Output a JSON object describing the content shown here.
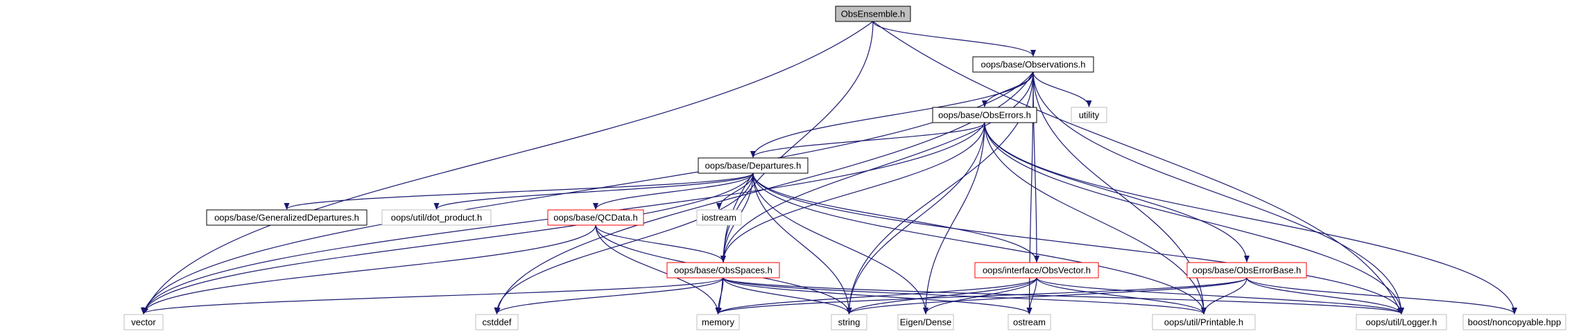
{
  "colors": {
    "edge": "#191970",
    "focus_fill": "#bfbfbf",
    "normal_border": "#000000",
    "missing_border": "#bfbfbf",
    "incomplete_border": "#ff0000",
    "text": "#000000"
  },
  "nodes": [
    {
      "id": "obsensemble",
      "label": "ObsEnsemble.h",
      "style": "focus"
    },
    {
      "id": "observations",
      "label": "oops/base/Observations.h",
      "style": "normal"
    },
    {
      "id": "utility",
      "label": "utility",
      "style": "missing"
    },
    {
      "id": "obserrors",
      "label": "oops/base/ObsErrors.h",
      "style": "normal"
    },
    {
      "id": "departures",
      "label": "oops/base/Departures.h",
      "style": "normal"
    },
    {
      "id": "gendepartures",
      "label": "oops/base/GeneralizedDepartures.h",
      "style": "normal"
    },
    {
      "id": "dotproduct",
      "label": "oops/util/dot_product.h",
      "style": "missing"
    },
    {
      "id": "iostream",
      "label": "iostream",
      "style": "missing"
    },
    {
      "id": "qcdata",
      "label": "oops/base/QCData.h",
      "style": "incomplete"
    },
    {
      "id": "obsspaces",
      "label": "oops/base/ObsSpaces.h",
      "style": "incomplete"
    },
    {
      "id": "obsvector",
      "label": "oops/interface/ObsVector.h",
      "style": "incomplete"
    },
    {
      "id": "obserrorbase",
      "label": "oops/base/ObsErrorBase.h",
      "style": "incomplete"
    },
    {
      "id": "vector",
      "label": "vector",
      "style": "missing"
    },
    {
      "id": "cstddef",
      "label": "cstddef",
      "style": "missing"
    },
    {
      "id": "memory",
      "label": "memory",
      "style": "missing"
    },
    {
      "id": "string",
      "label": "string",
      "style": "missing"
    },
    {
      "id": "eigen",
      "label": "Eigen/Dense",
      "style": "missing"
    },
    {
      "id": "ostream",
      "label": "ostream",
      "style": "missing"
    },
    {
      "id": "printable",
      "label": "oops/util/Printable.h",
      "style": "missing"
    },
    {
      "id": "logger",
      "label": "oops/util/Logger.h",
      "style": "missing"
    },
    {
      "id": "noncopyable",
      "label": "boost/noncopyable.hpp",
      "style": "missing"
    }
  ],
  "edges": [
    [
      "obsensemble",
      "observations"
    ],
    [
      "obsensemble",
      "vector"
    ],
    [
      "obsensemble",
      "obsspaces"
    ],
    [
      "obsensemble",
      "logger"
    ],
    [
      "observations",
      "utility"
    ],
    [
      "observations",
      "obserrors"
    ],
    [
      "observations",
      "departures"
    ],
    [
      "observations",
      "vector"
    ],
    [
      "observations",
      "cstddef"
    ],
    [
      "observations",
      "obsspaces"
    ],
    [
      "observations",
      "string"
    ],
    [
      "observations",
      "obsvector"
    ],
    [
      "observations",
      "ostream"
    ],
    [
      "observations",
      "printable"
    ],
    [
      "observations",
      "logger"
    ],
    [
      "obserrors",
      "departures"
    ],
    [
      "obserrors",
      "vector"
    ],
    [
      "obserrors",
      "obsspaces"
    ],
    [
      "obserrors",
      "string"
    ],
    [
      "obserrors",
      "eigen"
    ],
    [
      "obserrors",
      "obserrorbase"
    ],
    [
      "obserrors",
      "printable"
    ],
    [
      "obserrors",
      "logger"
    ],
    [
      "obserrors",
      "noncopyable"
    ],
    [
      "departures",
      "gendepartures"
    ],
    [
      "departures",
      "dotproduct"
    ],
    [
      "departures",
      "iostream"
    ],
    [
      "departures",
      "qcdata"
    ],
    [
      "departures",
      "obsspaces"
    ],
    [
      "departures",
      "obsvector"
    ],
    [
      "departures",
      "vector"
    ],
    [
      "departures",
      "memory"
    ],
    [
      "departures",
      "cstddef"
    ],
    [
      "departures",
      "string"
    ],
    [
      "departures",
      "eigen"
    ],
    [
      "departures",
      "printable"
    ],
    [
      "departures",
      "logger"
    ],
    [
      "qcdata",
      "obsspaces"
    ],
    [
      "qcdata",
      "vector"
    ],
    [
      "qcdata",
      "memory"
    ],
    [
      "qcdata",
      "string"
    ],
    [
      "obsspaces",
      "vector"
    ],
    [
      "obsspaces",
      "cstddef"
    ],
    [
      "obsspaces",
      "memory"
    ],
    [
      "obsspaces",
      "string"
    ],
    [
      "obsspaces",
      "ostream"
    ],
    [
      "obsspaces",
      "printable"
    ],
    [
      "obsspaces",
      "logger"
    ],
    [
      "obsvector",
      "memory"
    ],
    [
      "obsvector",
      "string"
    ],
    [
      "obsvector",
      "eigen"
    ],
    [
      "obsvector",
      "ostream"
    ],
    [
      "obsvector",
      "printable"
    ],
    [
      "obsvector",
      "logger"
    ],
    [
      "obserrorbase",
      "memory"
    ],
    [
      "obserrorbase",
      "string"
    ],
    [
      "obserrorbase",
      "printable"
    ],
    [
      "obserrorbase",
      "logger"
    ],
    [
      "obserrorbase",
      "noncopyable"
    ]
  ]
}
